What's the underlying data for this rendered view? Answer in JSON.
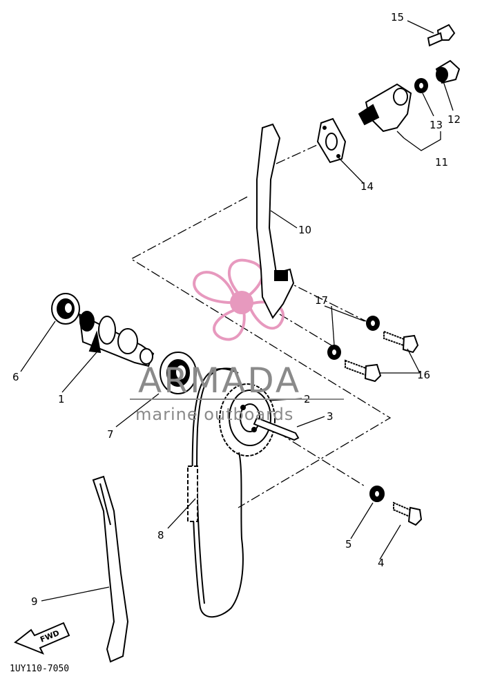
{
  "diagram_code": "1UY110-7050",
  "fwd_label": "FWD",
  "watermark": {
    "brand": "ARMADA",
    "tagline": "marine outboards"
  },
  "callouts": {
    "c1": "1",
    "c2": "2",
    "c3": "3",
    "c4": "4",
    "c5": "5",
    "c6": "6",
    "c7": "7",
    "c8": "8",
    "c9": "9",
    "c10": "10",
    "c11": "11",
    "c12": "12",
    "c13": "13",
    "c14": "14",
    "c15": "15",
    "c16": "16",
    "c17": "17"
  },
  "colors": {
    "ink": "#000000",
    "watermark_logo": "#e58fb8",
    "watermark_text": "#8a8a8a"
  }
}
